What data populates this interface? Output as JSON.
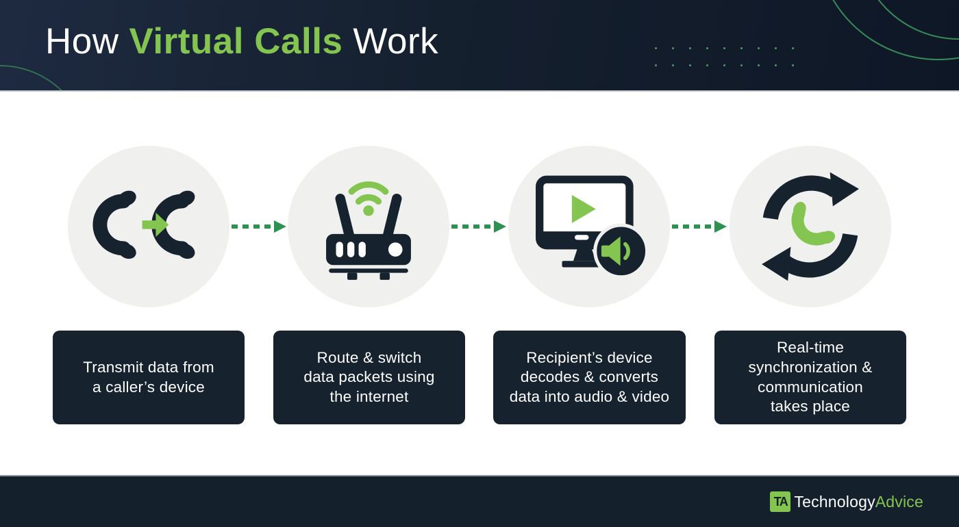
{
  "colors": {
    "navy": "#16222E",
    "header_navy": "#15202F",
    "accent_green": "#84C450",
    "arrow_green": "#2D9150",
    "circle_bg": "#F0F0EE",
    "text_white": "#FFFFFF"
  },
  "header": {
    "title_prefix": "How",
    "title_highlight": "Virtual Calls",
    "title_suffix": "Work"
  },
  "steps": [
    {
      "icon": "phone-transfer-icon",
      "label": "Transmit data from\na caller’s device"
    },
    {
      "icon": "router-wifi-icon",
      "label": "Route & switch\ndata packets using\nthe internet"
    },
    {
      "icon": "monitor-play-speaker-icon",
      "label": "Recipient’s device\ndecodes & converts\ndata into audio & video"
    },
    {
      "icon": "sync-call-icon",
      "label": "Real-time\nsynchronization &\ncommunication\ntakes place"
    }
  ],
  "footer": {
    "logo_mark": "TA",
    "logo_text_primary": "Technology",
    "logo_text_secondary": "Advice"
  }
}
